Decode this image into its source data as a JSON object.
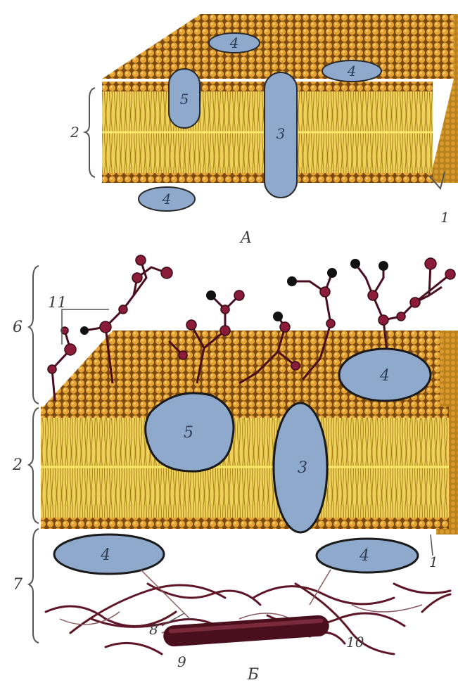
{
  "figure_a": {
    "caption": "А",
    "labels": {
      "bilayer": "2",
      "membrane": "1",
      "transmembrane": "3",
      "peripheral": "4",
      "semi_integral": "5"
    }
  },
  "figure_b": {
    "caption": "Б",
    "labels": {
      "glycocalyx": "6",
      "bilayer": "2",
      "submembrane": "7",
      "membrane": "1",
      "transmembrane": "3",
      "peripheral": "4",
      "semi_integral": "5",
      "carbohydrates": "11",
      "microfilaments": "8",
      "microtubule": "9",
      "fibrils": "10"
    }
  },
  "colors": {
    "lipid_head": "#d89a2a",
    "lipid_tail": "#e8c640",
    "protein": "#8fa9cc",
    "carbohydrate": "#7a1a32",
    "cytoskeleton": "#6b1e2e"
  }
}
